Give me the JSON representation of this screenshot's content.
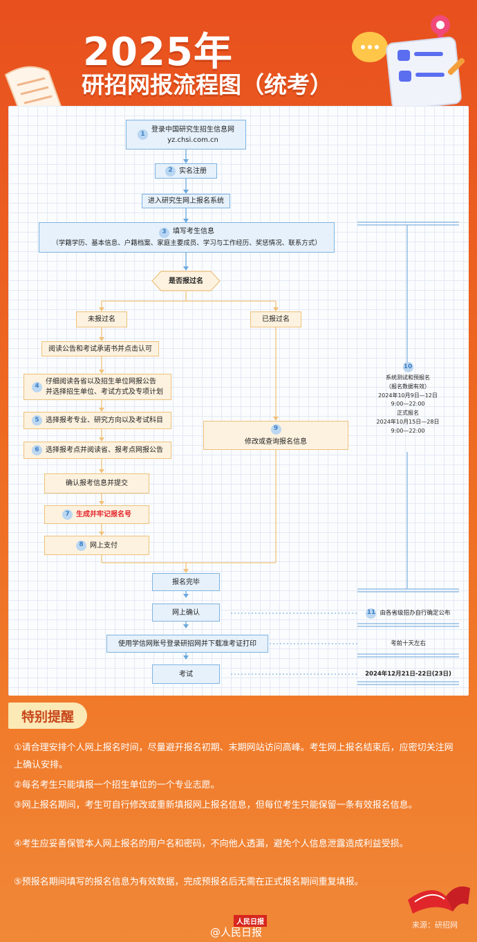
{
  "header": {
    "year_title": "2025年",
    "main_title": "研招网报流程图（统考）"
  },
  "flow": {
    "step1": {
      "num": "1",
      "line1": "登录中国研究生招生信息网",
      "line2": "yz.chsi.com.cn"
    },
    "step2": {
      "num": "2",
      "label": "实名注册"
    },
    "enter_system": "进入研究生网上报名系统",
    "step3": {
      "num": "3",
      "line1": "填写考生信息",
      "line2": "（学籍学历、基本信息、户籍档案、家庭主要成员、学习与工作经历、奖惩情况、联系方式）"
    },
    "decision": "是否报过名",
    "not_registered": "未报过名",
    "registered": "已报过名",
    "read_notice": "阅读公告和考试承诺书并点击认可",
    "step4": {
      "num": "4",
      "line1": "仔细阅读各省以及招生单位网报公告",
      "line2": "并选择招生单位、考试方式及专项计划"
    },
    "step5": {
      "num": "5",
      "label": "选择报考专业、研究方向以及考试科目"
    },
    "step6": {
      "num": "6",
      "label": "选择报考点并阅读省、报考点网报公告"
    },
    "confirm_submit": "确认报考信息并提交",
    "step7": {
      "num": "7",
      "label": "生成并牢记报名号"
    },
    "step8": {
      "num": "8",
      "label": "网上支付"
    },
    "step9": {
      "num": "9",
      "label": "修改或查询报名信息"
    },
    "step10": {
      "num": "10",
      "title": "系统测试和预报名",
      "subtitle": "（报名数据有效）",
      "date1": "2024年10月9日—12日",
      "time1": "9:00—22:00",
      "formal": "正式报名",
      "date2": "2024年10月15日—28日",
      "time2": "9:00—22:00"
    },
    "completed": "报名完毕",
    "online_confirm": "网上确认",
    "step11": {
      "num": "11",
      "label": "由各省级招办自行确定公布"
    },
    "print_ticket": "使用学信网账号登录研招网并下载准考证打印",
    "print_time": "考前十天左右",
    "exam": "考试",
    "exam_date": "2024年12月21日-22日(23日)"
  },
  "reminder": {
    "tag": "特别提醒",
    "items": [
      "①请合理安排个人网上报名时间，尽量避开报名初期、末期网站访问高峰。考生网上报名结束后，应密切关注网上确认安排。",
      "②每名考生只能填报一个招生单位的一个专业志愿。",
      "③网上报名期间，考生可自行修改或重新填报网上报名信息，但每位考生只能保留一条有效报名信息。",
      "④考生应妥善保管本人网上报名的用户名和密码，不向他人透漏，避免个人信息泄露造成利益受损。",
      "⑤预报名期间填写的报名信息为有效数据，完成预报名后无需在正式报名期间重复填报。"
    ]
  },
  "footer": {
    "logo_text": "人民日报",
    "weibo": "@人民日报",
    "source": "来源：研招网"
  },
  "colors": {
    "background": "#e8501e",
    "blue_box": "#e6f1fb",
    "orange_box": "#fdf2df",
    "highlight_red": "#e5262d",
    "tag_bg": "#fbe9b6"
  }
}
